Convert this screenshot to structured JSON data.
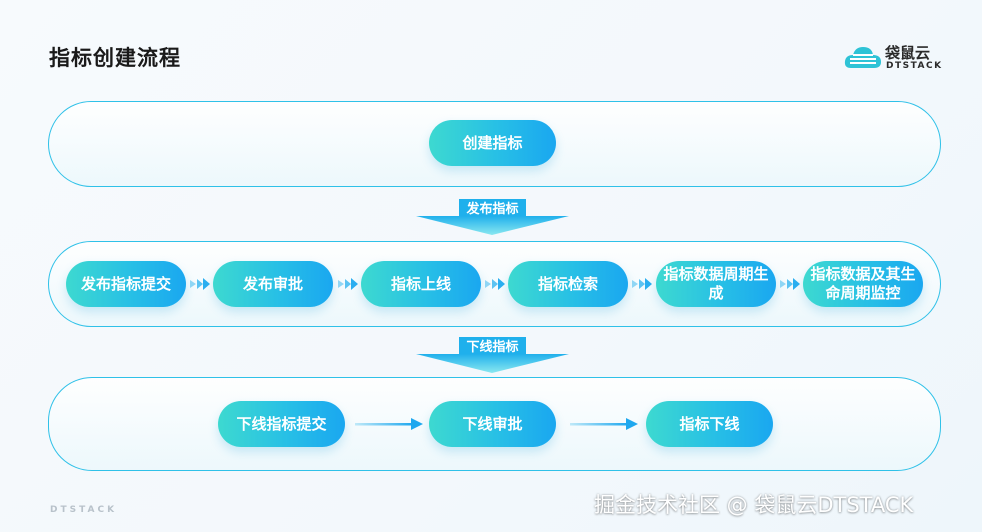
{
  "title": "指标创建流程",
  "logo": {
    "cn": "袋鼠云",
    "en": "DTSTACK"
  },
  "stage1": {
    "node": "创建指标"
  },
  "ribbon1": {
    "label": "发布指标"
  },
  "stage2": {
    "steps": [
      "发布指标提交",
      "发布审批",
      "指标上线",
      "指标检索",
      "指标数据周期生成",
      "指标数据及其生命周期监控"
    ]
  },
  "ribbon2": {
    "label": "下线指标"
  },
  "stage3": {
    "steps": [
      "下线指标提交",
      "下线审批",
      "指标下线"
    ]
  },
  "footer": {
    "logo": "DTSTACK"
  },
  "watermark": "掘金技术社区 @ 袋鼠云DTSTACK",
  "colors": {
    "accent_start": "#3dd9d0",
    "accent_end": "#1aa7f0",
    "border": "#2fc1e8",
    "title": "#1a1a1a"
  }
}
